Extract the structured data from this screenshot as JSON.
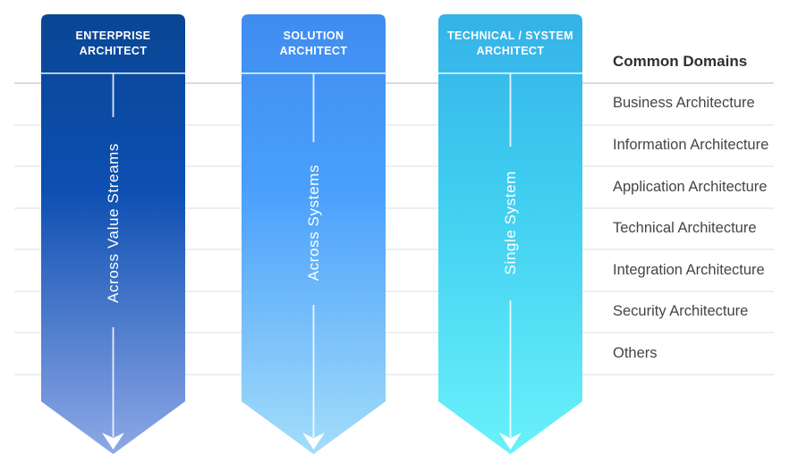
{
  "banners": [
    {
      "title_lines": [
        "ENTERPRISE",
        "ARCHITECT"
      ],
      "scope_label": "Across Value Streams",
      "gradient": {
        "top": "#094694",
        "mid": "#0d4fb2",
        "bottom": "#8ea8e6"
      }
    },
    {
      "title_lines": [
        "SOLUTION",
        "ARCHITECT"
      ],
      "scope_label": "Across Systems",
      "gradient": {
        "top": "#3f8cf0",
        "mid": "#4aa0fc",
        "bottom": "#a3ddf9"
      }
    },
    {
      "title_lines": [
        "TECHNICAL / SYSTEM",
        "ARCHITECT"
      ],
      "scope_label": "Single System",
      "gradient": {
        "top": "#35b2e8",
        "mid": "#3fcdf0",
        "bottom": "#69f1fa"
      }
    }
  ],
  "domains": {
    "header": "Common Domains",
    "items": [
      "Business Architecture",
      "Information Architecture",
      "Application Architecture",
      "Technical Architecture",
      "Integration Architecture",
      "Security Architecture",
      "Others"
    ]
  }
}
